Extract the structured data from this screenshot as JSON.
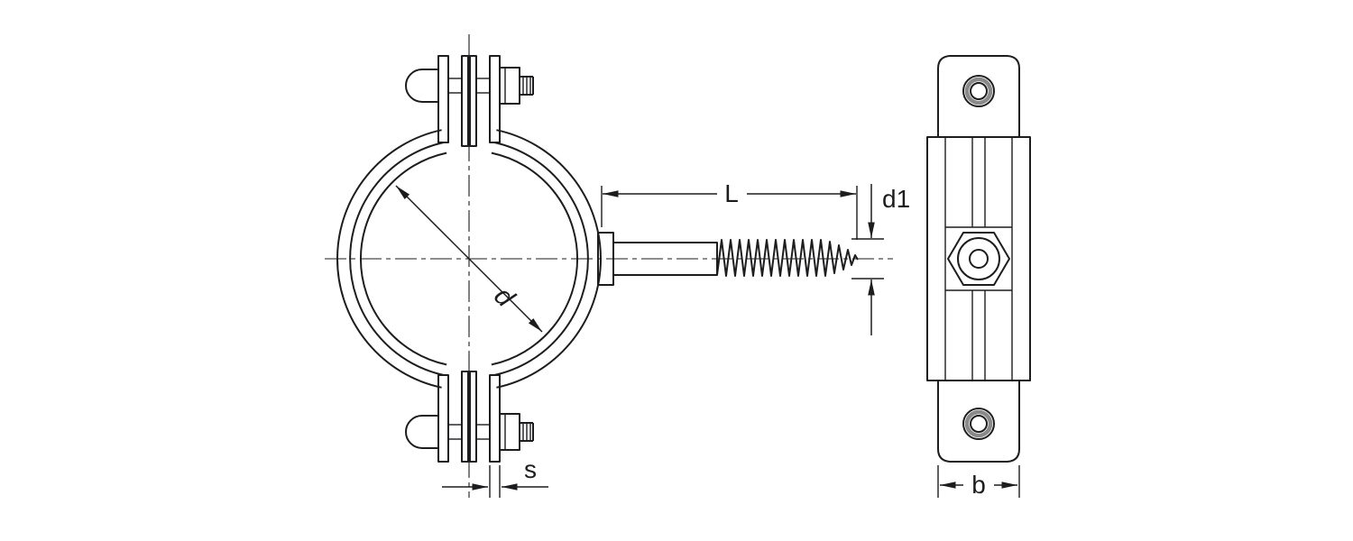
{
  "colors": {
    "line": "#1d1d1f",
    "shading": "#8a8a8a",
    "background": "#ffffff"
  },
  "labels": {
    "screw_length": "L",
    "screw_diameter": "d1",
    "clamp_inner_diameter": "d",
    "band_thickness": "s",
    "bracket_width": "b"
  }
}
